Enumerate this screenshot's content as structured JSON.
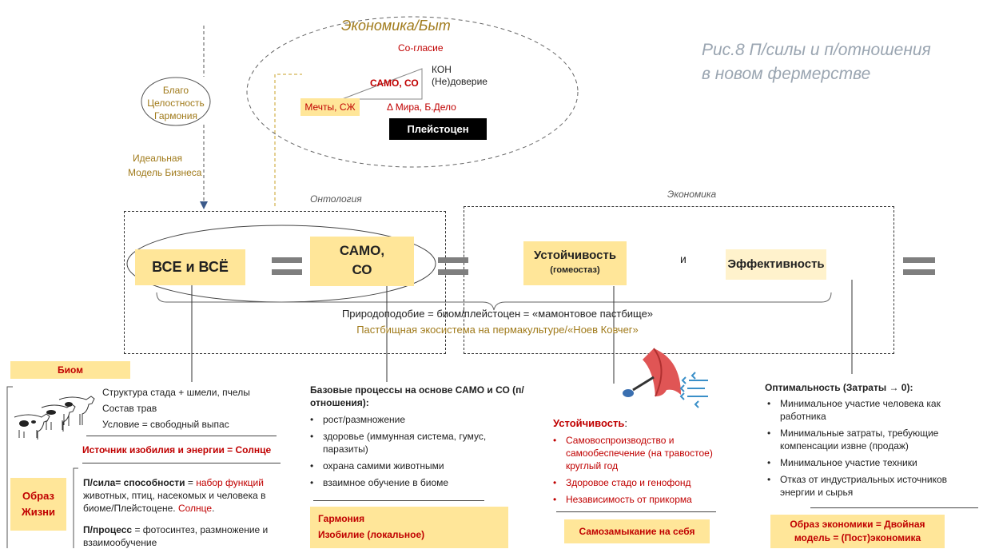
{
  "title_line1": "Рис.8 П/силы и п/отношения",
  "title_line2": "в новом фермерстве",
  "top_ellipse": {
    "header": "Экономика/Быт",
    "consent": "Со-гласие",
    "samo_co": "САМО, СО",
    "kon": "КОН",
    "trust": "(Не)доверие",
    "dreams": "Мечты, СЖ",
    "delta": "Δ Мира, Б.Дело",
    "pleistocene": "Плейстоцен"
  },
  "left_circle": {
    "line1": "Благо",
    "line2": "Целостность",
    "line3": "Гармония"
  },
  "ideal_model": {
    "line1": "Идеальная",
    "line2": "Модель Бизнеса"
  },
  "ontology_label": "Онтология",
  "economics_label": "Экономика",
  "boxes": {
    "vse": "ВСЕ и ВСЁ",
    "samo_line1": "САМО,",
    "samo_line2": "СО",
    "stability": "Устойчивость",
    "stability_sub": "(гомеостаз)",
    "and": "и",
    "efficiency": "Эффективность"
  },
  "nature_line": "Природоподобие = биом/плейстоцен = «мамонтовое пастбище»",
  "pasture_line": "Пастбищная экосистема на пермакультуре/«Ноев Ковчег»",
  "biome": {
    "label": "Биом",
    "items": [
      "Структура стада + шмели, пчелы",
      "Состав трав",
      "Условие = свободный выпас"
    ],
    "source": "Источник изобилия и энергии = Солнце"
  },
  "lifestyle": {
    "label_line1": "Образ",
    "label_line2": "Жизни",
    "forces_prefix": "П/сила= способности",
    "forces_eq": " = ",
    "forces_red": "набор функций",
    "forces_rest": " животных, птиц, насекомых и человека в биоме/Плейстоцене. ",
    "forces_sun": "Солнце",
    "forces_end": ".",
    "process_prefix": "П/процесс",
    "process_rest": " = фотосинтез, размножение и взаимообучение"
  },
  "base_processes": {
    "heading": "Базовые процессы на основе САМО и СО (п/отношения):",
    "items": [
      "рост/размножение",
      "здоровье (иммунная система, гумус, паразиты)",
      "охрана самими животными",
      "взаимное обучение в биоме"
    ],
    "harmony": "Гармония",
    "abundance": "Изобилие (локальное)"
  },
  "stability_panel": {
    "heading": "Устойчивость",
    "heading_colon": ":",
    "items": [
      "Самовоспроизводство и самообеспечение (на травостое) круглый год",
      "Здоровое стадо и генофонд",
      "Независимость от прикорма"
    ],
    "closure": "Самозамыкание на себя"
  },
  "optimality_panel": {
    "heading": "Оптимальность (Затраты → 0):",
    "items": [
      "Минимальное участие человека как работника",
      "Минимальные затраты, требующие компенсации извне (продаж)",
      "Минимальное участие техники",
      "Отказ от индустриальных источников энергии и сырья"
    ],
    "model_line1": "Образ экономики = Двойная",
    "model_line2": "модель = (Пост)экономика"
  },
  "colors": {
    "yellow": "#ffe699",
    "light_yellow": "#fff2cc",
    "gold_text": "#a07a1a",
    "red_text": "#c00000",
    "title_text": "#9aa5b1",
    "equals": "#7f7f7f"
  }
}
